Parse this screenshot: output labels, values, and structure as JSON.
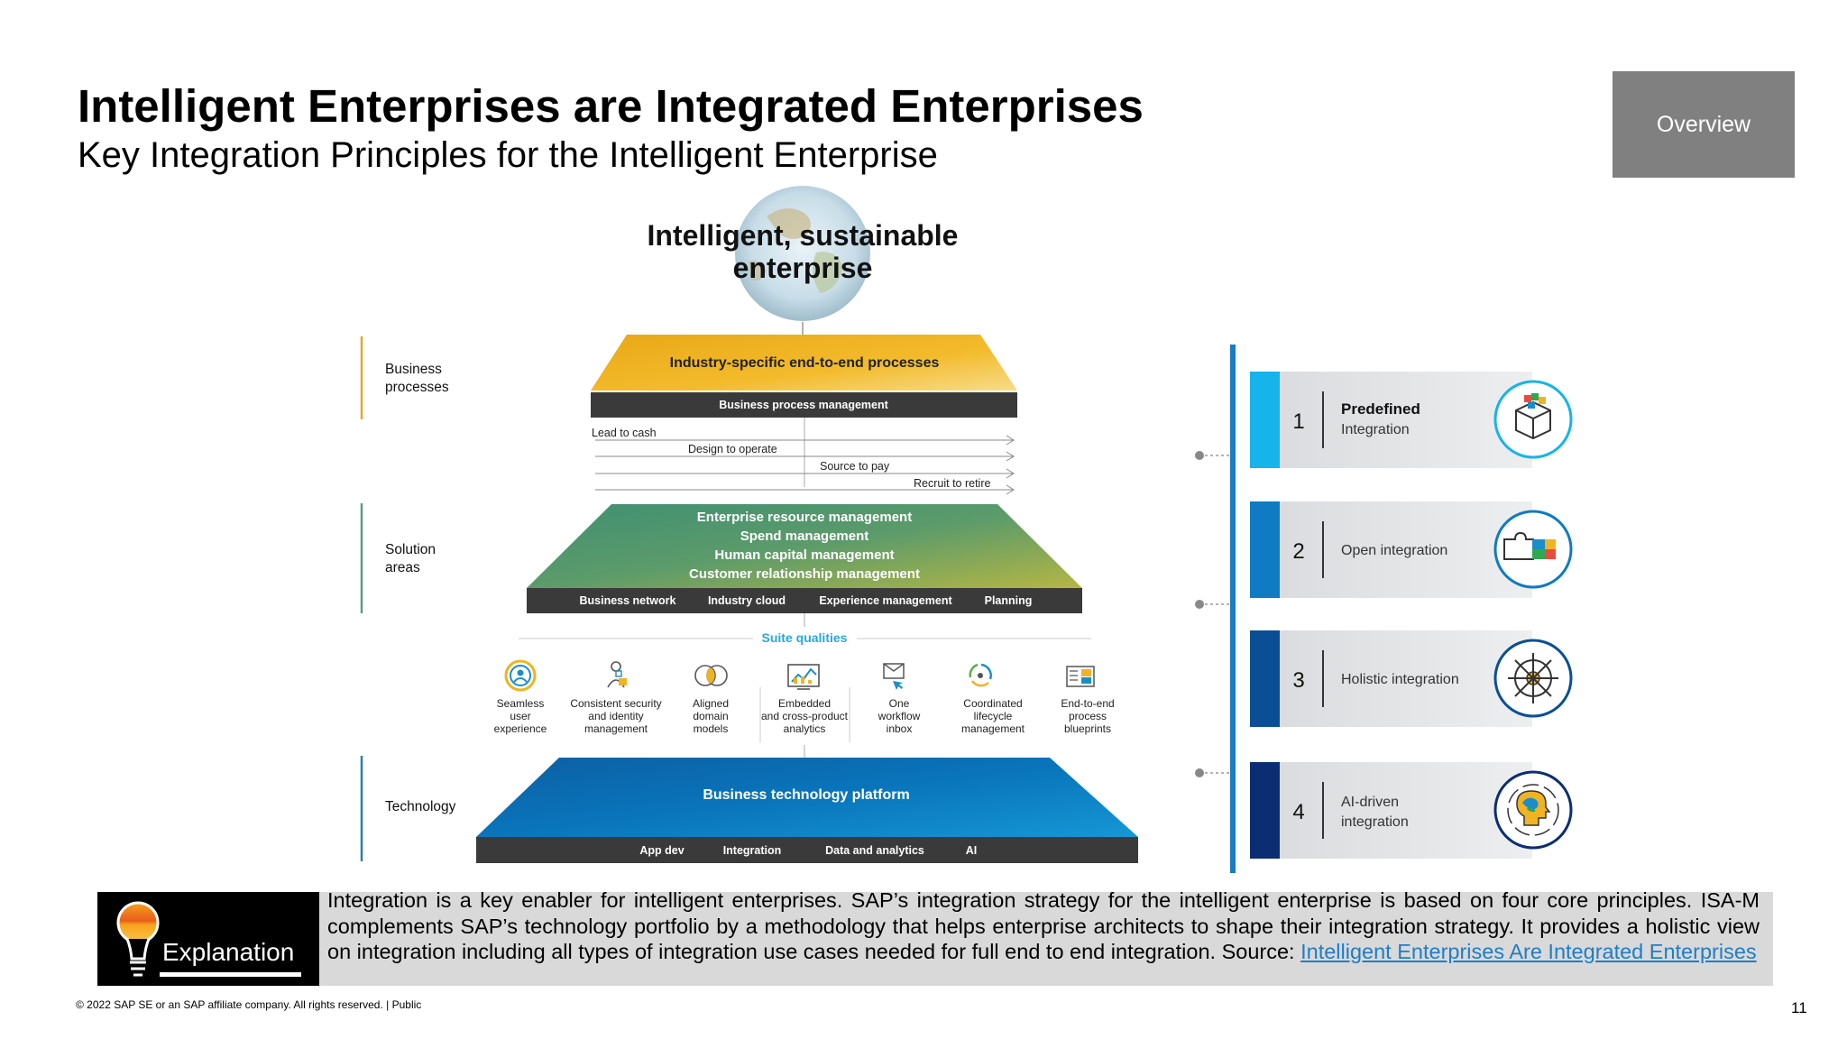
{
  "slide": {
    "title": "Intelligent Enterprises are Integrated Enterprises",
    "subtitle": "Key Integration Principles for the Intelligent Enterprise",
    "overview_button": "Overview",
    "footer": "© 2022 SAP SE or an SAP affiliate company. All rights reserved. | Public",
    "page_number": "11"
  },
  "diagram": {
    "top_line1": "Intelligent, sustainable",
    "top_line2": "enterprise",
    "side_labels": {
      "business_1": "Business",
      "business_2": "processes",
      "solution_1": "Solution",
      "solution_2": "areas",
      "technology": "Technology"
    },
    "business_processes": {
      "header": "Industry-specific end-to-end processes",
      "bar": "Business process management",
      "flows": [
        "Lead to cash",
        "Design to operate",
        "Source to pay",
        "Recruit to retire"
      ]
    },
    "solution_areas": {
      "items": [
        "Enterprise resource management",
        "Spend management",
        "Human capital management",
        "Customer relationship management"
      ],
      "bar": [
        "Business network",
        "Industry cloud",
        "Experience management",
        "Planning"
      ]
    },
    "suite_qualities": {
      "label": "Suite qualities",
      "items": [
        {
          "lines": [
            "Seamless",
            "user",
            "experience"
          ],
          "icon": "user-experience-icon"
        },
        {
          "lines": [
            "Consistent security",
            "and identity",
            "management"
          ],
          "icon": "security-identity-icon"
        },
        {
          "lines": [
            "Aligned",
            "domain",
            "models"
          ],
          "icon": "domain-models-icon"
        },
        {
          "lines": [
            "Embedded",
            "and cross-product",
            "analytics"
          ],
          "icon": "analytics-icon"
        },
        {
          "lines": [
            "One",
            "workflow",
            "inbox"
          ],
          "icon": "workflow-inbox-icon"
        },
        {
          "lines": [
            "Coordinated",
            "lifecycle",
            "management"
          ],
          "icon": "lifecycle-icon"
        },
        {
          "lines": [
            "End-to-end",
            "process",
            "blueprints"
          ],
          "icon": "blueprints-icon"
        }
      ]
    },
    "technology": {
      "header": "Business technology platform",
      "bar": [
        "App dev",
        "Integration",
        "Data and analytics",
        "AI"
      ]
    }
  },
  "principles": [
    {
      "number": "1",
      "label_lines": [
        "Predefined",
        "Integration"
      ],
      "icon": "cube-icon",
      "color": "#16b4ea"
    },
    {
      "number": "2",
      "label_lines": [
        "Open integration"
      ],
      "icon": "puzzle-icon",
      "color": "#0f7bc2"
    },
    {
      "number": "3",
      "label_lines": [
        "Holistic integration"
      ],
      "icon": "helm-wheel-icon",
      "color": "#0a4f96"
    },
    {
      "number": "4",
      "label_lines": [
        "AI-driven",
        "integration"
      ],
      "icon": "ai-head-icon",
      "color": "#0b2e73"
    }
  ],
  "explanation": {
    "label": "Explanation",
    "text": "Integration is a key enabler for intelligent enterprises. SAP’s integration strategy for the intelligent enterprise is based on four core principles. ISA-M complements SAP’s technology portfolio by a methodology that helps enterprise architects to shape their integration strategy. It provides a holistic view on integration including all types of integration use cases needed for full end to end integration. Source:",
    "link": "Intelligent Enterprises Are Integrated Enterprises"
  },
  "colors": {
    "gold": "#f0b323",
    "green": "#5e9c6c",
    "blue": "#0a6bb3",
    "dark_bar": "#3a3a3a",
    "accent_blue": "#1f7dc8"
  }
}
